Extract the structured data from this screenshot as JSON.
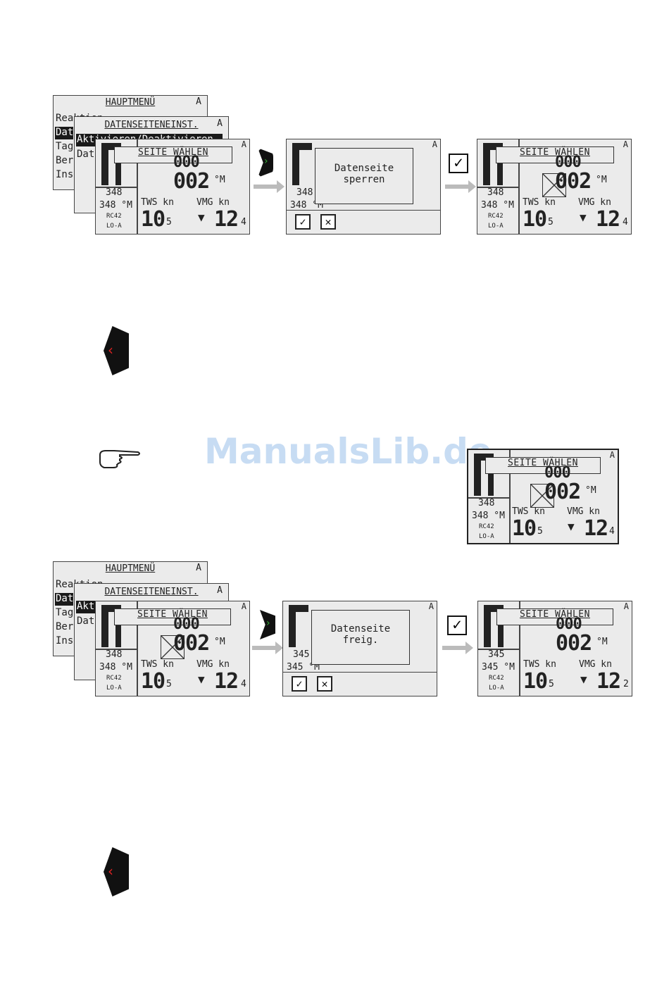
{
  "menu_title": "HAUPTMENÜ",
  "menu_corner": "A",
  "menu_rows": [
    "Reaktion",
    "Dat",
    "Tag",
    "Ber",
    "Ins"
  ],
  "submenu_title": "DATENSEITENEINST.",
  "submenu_rows": [
    "Aktivieren/Deaktivieren",
    "Dat"
  ],
  "select_title": "SEITE WÄHLEN",
  "corner_a": "A",
  "heading_value": "002",
  "heading_unit": "°M",
  "top_digits": "000",
  "compass_a": "348",
  "compass_b": "348 °M",
  "compass_c": "RC42",
  "compass_d": "LO-A",
  "compass2_a": "345",
  "compass2_b": "345 °M",
  "tws_label": "TWS kn",
  "vmg_label": "VMG kn",
  "tws_value": "10",
  "tws_dec": "5",
  "vmg_value": "12",
  "vmg_dec": "4",
  "vmg_dec2": "2",
  "dialog_lock": "Datenseite sperren",
  "dialog_unlock": "Datenseite freig.",
  "ok_glyph": "✓",
  "cancel_glyph": "✕",
  "watermark": "ManualsLib.de",
  "button_glyph_next": "›",
  "button_glyph_back": "‹",
  "icons": [
    "nav-button-icon",
    "back-button-icon",
    "pointing-hand-icon",
    "arrow-right-icon",
    "check-icon"
  ]
}
